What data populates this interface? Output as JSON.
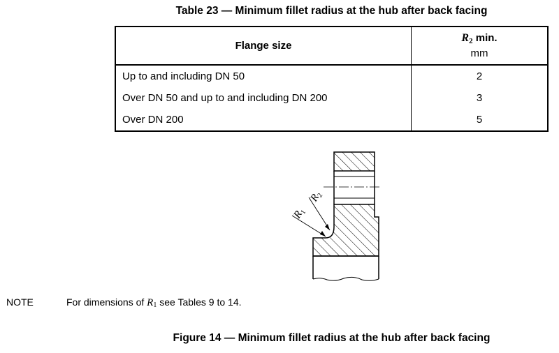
{
  "table": {
    "title": "Table 23 — Minimum fillet radius at the hub after back facing",
    "header": {
      "col1": "Flange size",
      "col2_symbol": "R",
      "col2_subscript": "2",
      "col2_min": "min.",
      "col2_unit": "mm"
    },
    "rows": [
      {
        "size": "Up to and including DN 50",
        "value": "2"
      },
      {
        "size": "Over DN 50 and up to and including DN 200",
        "value": "3"
      },
      {
        "size": "Over DN 200",
        "value": "5"
      }
    ]
  },
  "figure": {
    "label_r1_symbol": "R",
    "label_r1_subscript": "1",
    "label_r2_symbol": "R",
    "label_r2_subscript": "2",
    "caption": "Figure 14 — Minimum fillet radius at the hub after back facing"
  },
  "note": {
    "label": "NOTE",
    "text_before": "For dimensions of ",
    "symbol": "R",
    "subscript": "1",
    "text_after": " see Tables 9 to 14."
  }
}
